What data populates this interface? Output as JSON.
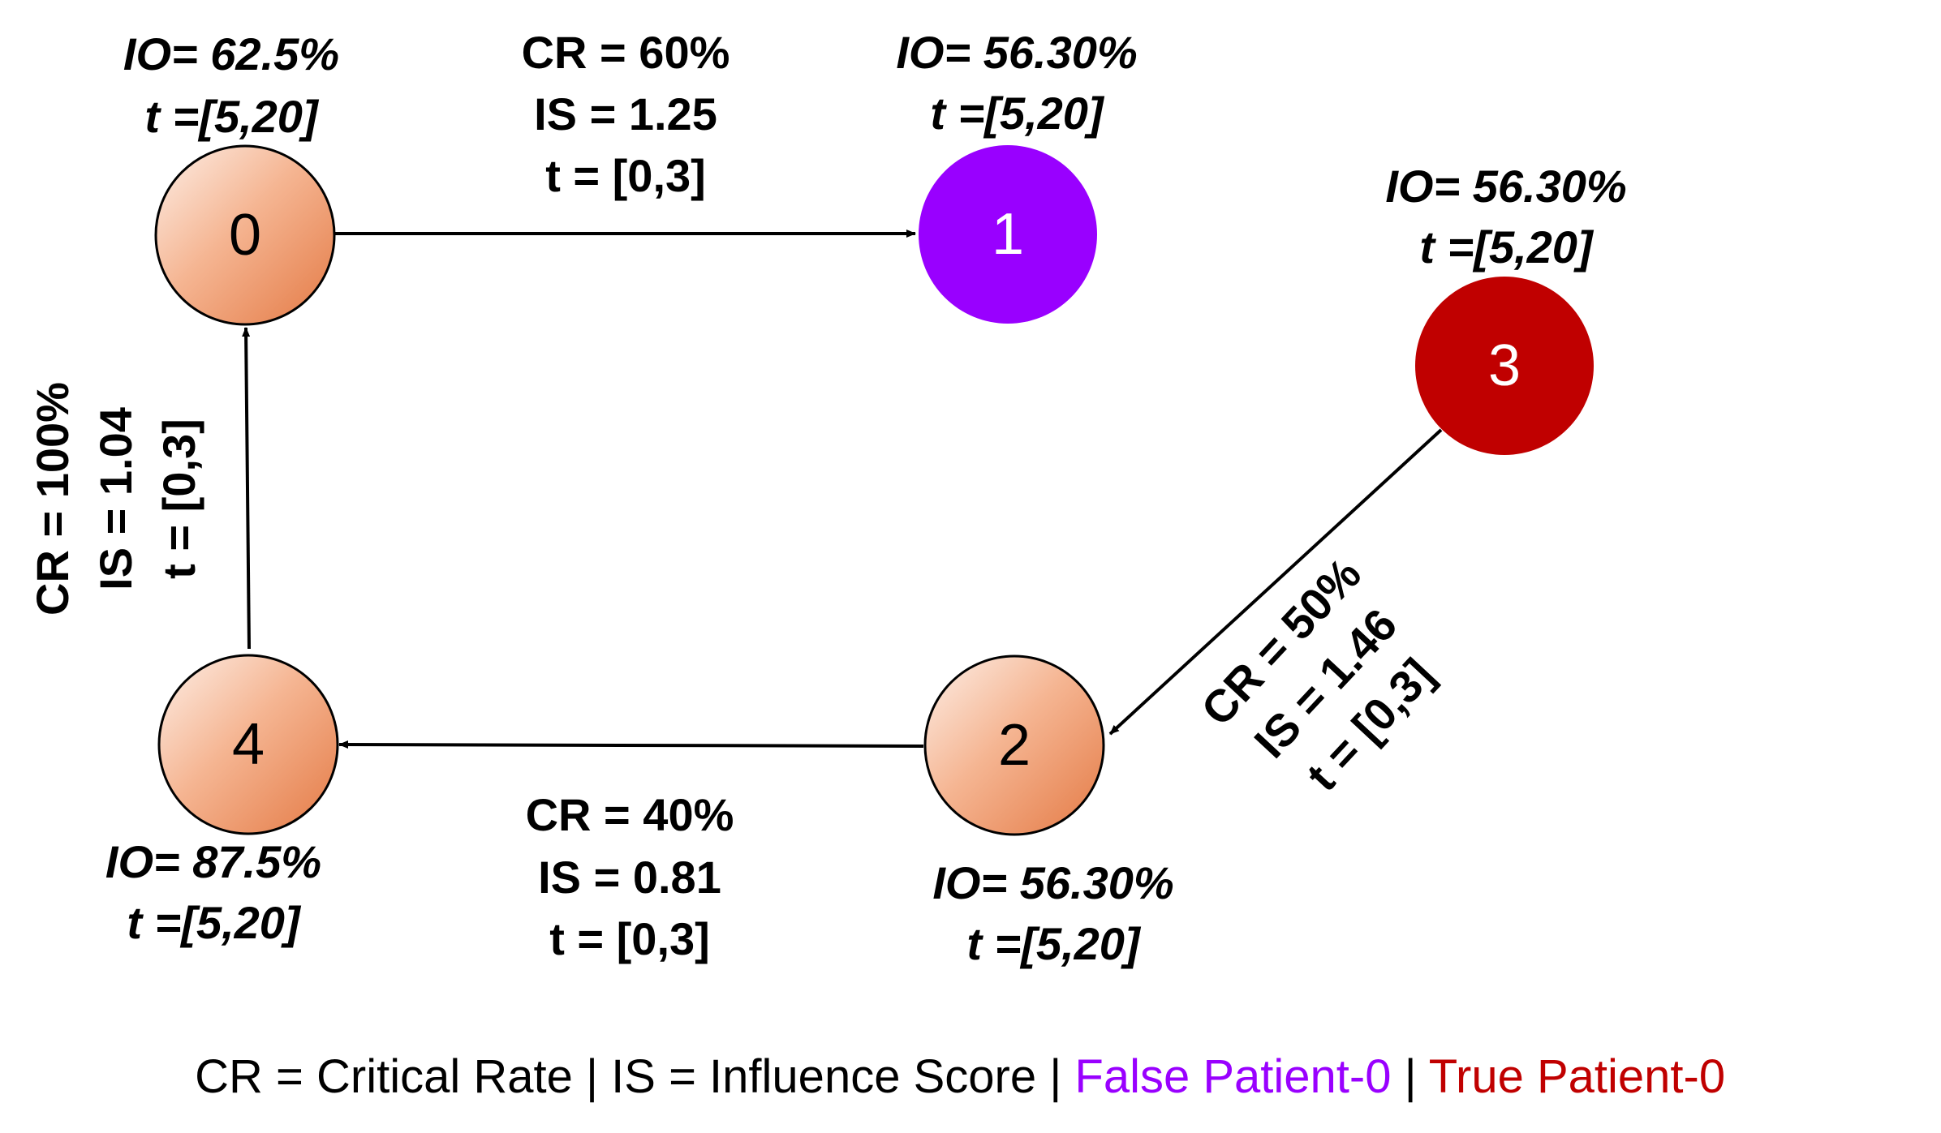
{
  "colors": {
    "orange_node_light": "#FDE9DF",
    "orange_node_dark": "#E8804F",
    "false_patient": "#9900FF",
    "true_patient": "#C00000",
    "edge": "#000000",
    "text": "#000000"
  },
  "nodes": [
    {
      "id": "0",
      "label": "0",
      "fill": "orange-gradient",
      "io": "IO= 62.5%",
      "t": "t =[5,20]"
    },
    {
      "id": "1",
      "label": "1",
      "fill": "#9900FF",
      "io": "IO= 56.30%",
      "t": "t =[5,20]"
    },
    {
      "id": "2",
      "label": "2",
      "fill": "orange-gradient",
      "io": "IO= 56.30%",
      "t": "t =[5,20]"
    },
    {
      "id": "3",
      "label": "3",
      "fill": "#C00000",
      "io": "IO= 56.30%",
      "t": "t =[5,20]"
    },
    {
      "id": "4",
      "label": "4",
      "fill": "orange-gradient",
      "io": "IO= 87.5%",
      "t": "t =[5,20]"
    }
  ],
  "edges": [
    {
      "from": "0",
      "to": "1",
      "cr": "CR = 60%",
      "is": "IS  = 1.25",
      "t": "t = [0,3]"
    },
    {
      "from": "3",
      "to": "2",
      "cr": "CR = 50%",
      "is": "IS  = 1.46",
      "t": "t = [0,3]"
    },
    {
      "from": "2",
      "to": "4",
      "cr": "CR = 40%",
      "is": "IS  = 0.81",
      "t": "t = [0,3]"
    },
    {
      "from": "4",
      "to": "0",
      "cr": "CR = 100%",
      "is": "IS  = 1.04",
      "t": "t = [0,3]"
    }
  ],
  "legend": {
    "cr_part": "CR = Critical Rate",
    "sep1": " | ",
    "is_part": "IS = Influence Score",
    "sep2": " | ",
    "false_part": "False Patient-0",
    "sep3": " | ",
    "true_part": "True Patient-0"
  }
}
